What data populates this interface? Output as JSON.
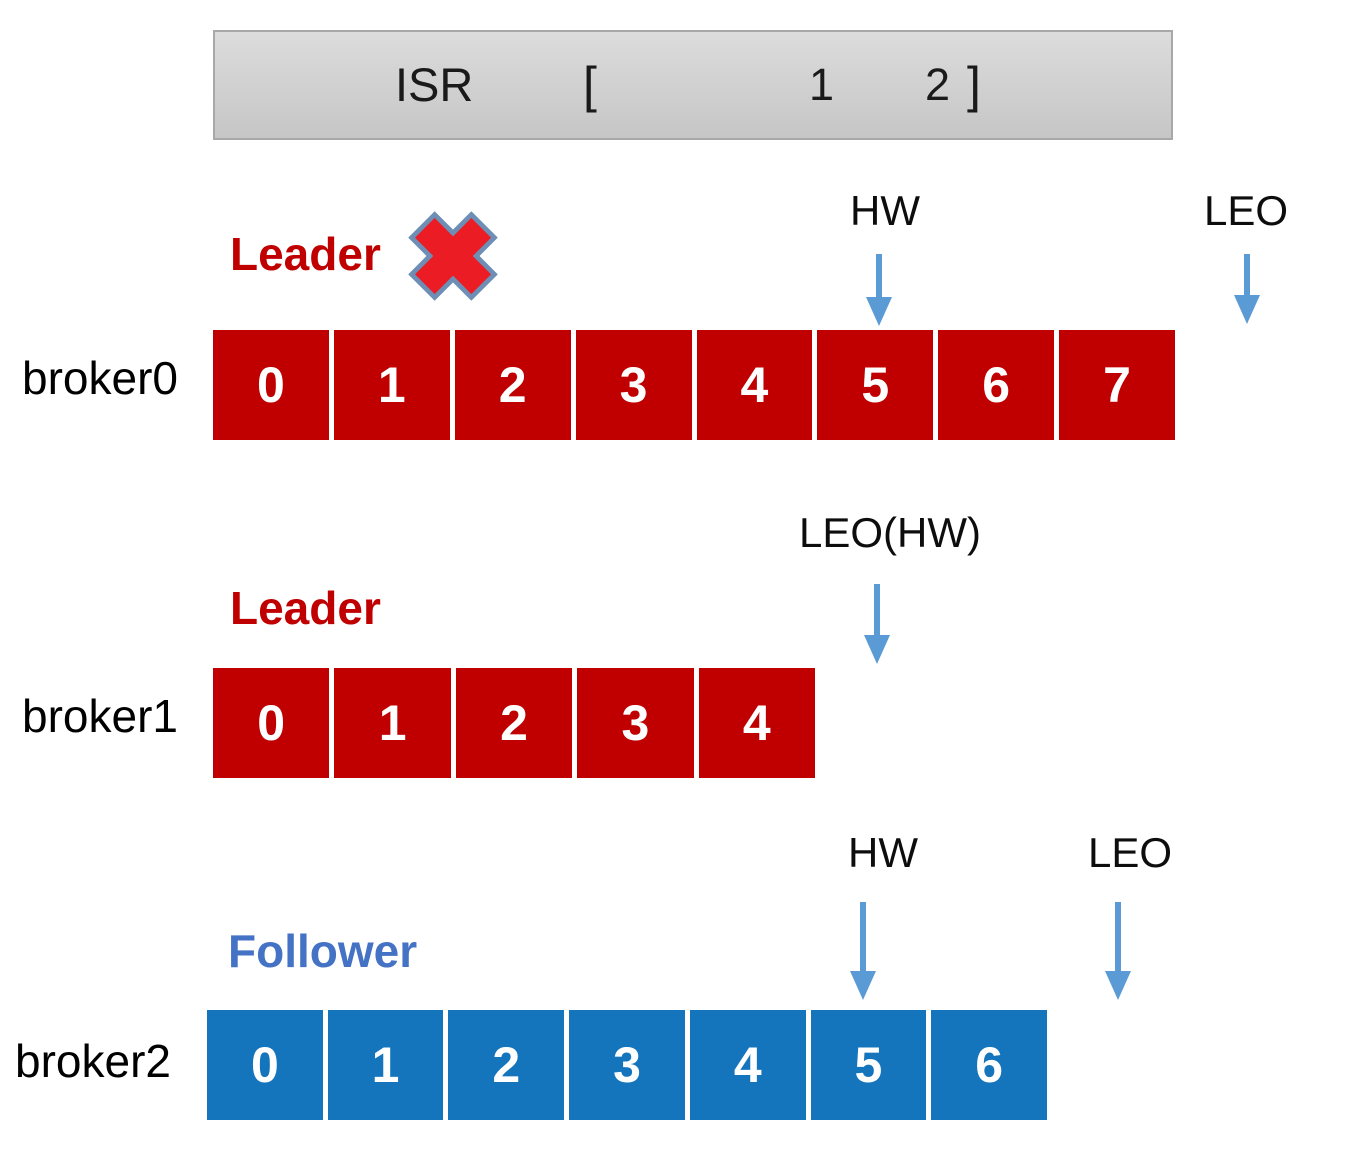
{
  "colors": {
    "cell_red": "#C00000",
    "cell_blue": "#1475BC",
    "arrow_blue": "#5B9BD5",
    "leader_red": "#C00000",
    "follower_blue": "#4472C4",
    "isr_bg_top": "#DCDCDC",
    "isr_bg_bottom": "#C6C6C6",
    "isr_border": "#A8A8A8",
    "x_fill": "#EC1C24",
    "x_stroke": "#6D8EB5"
  },
  "isr": {
    "label": "ISR",
    "open_bracket": "[",
    "member1": "1",
    "member2": "2",
    "close_bracket": "]"
  },
  "brokers": [
    {
      "name": "broker0",
      "role": "Leader",
      "status": "crashed",
      "hw_label": "HW",
      "leo_label": "LEO",
      "cells": [
        "0",
        "1",
        "2",
        "3",
        "4",
        "5",
        "6",
        "7"
      ]
    },
    {
      "name": "broker1",
      "role": "Leader",
      "leo_label": "LEO(HW)",
      "cells": [
        "0",
        "1",
        "2",
        "3",
        "4"
      ]
    },
    {
      "name": "broker2",
      "role": "Follower",
      "hw_label": "HW",
      "leo_label": "LEO",
      "cells": [
        "0",
        "1",
        "2",
        "3",
        "4",
        "5",
        "6"
      ]
    }
  ]
}
